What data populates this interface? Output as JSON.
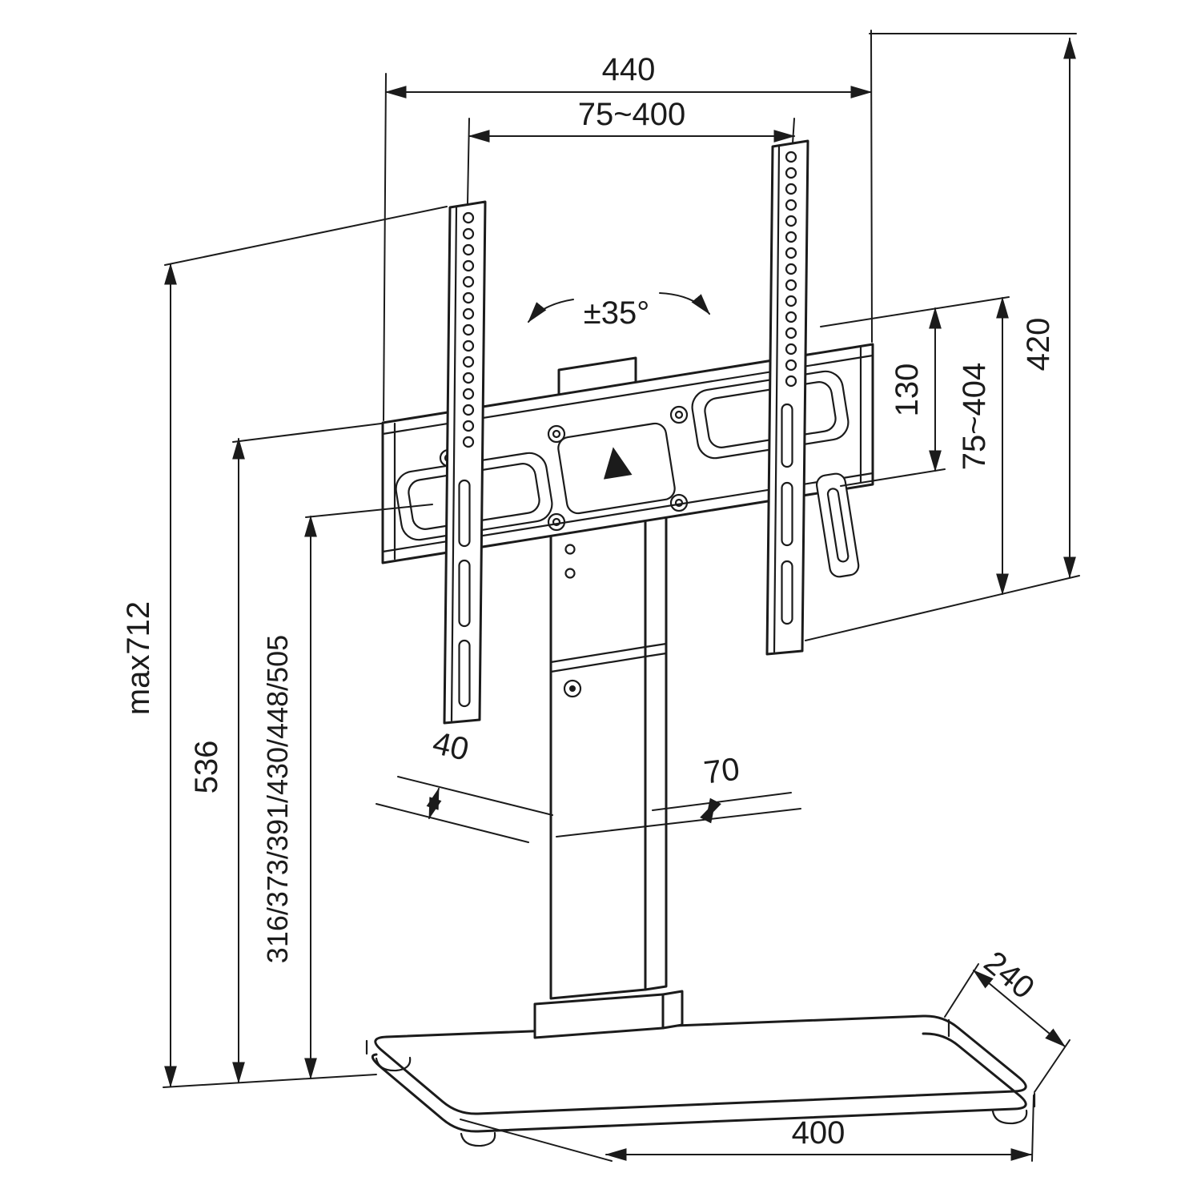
{
  "colors": {
    "line": "#1b1b1b",
    "background": "#ffffff"
  },
  "icons": {
    "center_plate_arrow": "up-triangle",
    "swivel_arrows": "curved-rotation-arrows"
  },
  "labels": {
    "overall_width": "440",
    "vesa_width_range": "75~400",
    "swivel_angle": "±35°",
    "adapter_height": "130",
    "vesa_height_range": "75~404",
    "bracket_height": "420",
    "max_total_height": "max712",
    "column_height": "536",
    "height_steps": "316/373/391/430/448/505",
    "column_depth": "40",
    "column_width": "70",
    "base_depth": "240",
    "base_width": "400"
  }
}
